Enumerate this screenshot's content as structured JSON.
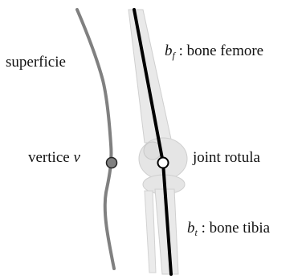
{
  "labels": {
    "surface": "superficie",
    "vertex_prefix": "vertice ",
    "vertex_symbol": "v",
    "joint": "joint rotula",
    "femur_bone_symbol": "b",
    "femur_bone_sub": "f",
    "femur_bone_text": " : bone femore",
    "tibia_bone_symbol": "b",
    "tibia_bone_sub": "t",
    "tibia_bone_text": " : bone tibia"
  },
  "colors": {
    "skin_curve": "#808080",
    "bone_axis": "#000000",
    "bone_fill": "#e9e9e9",
    "bone_edge": "#cfcfcf",
    "vertex_dot": "#808080",
    "joint_dot": "#ffffff"
  }
}
